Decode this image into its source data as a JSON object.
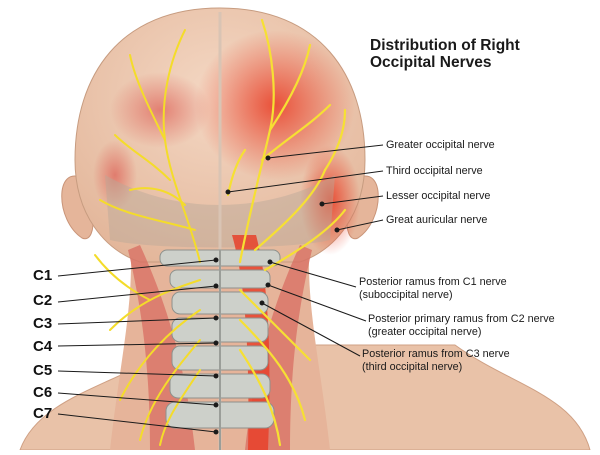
{
  "title": {
    "line1": "Distribution of Right",
    "line2": "Occipital Nerves"
  },
  "labels": {
    "greater_occipital": "Greater occipital nerve",
    "third_occipital": "Third occipital nerve",
    "lesser_occipital": "Lesser occipital nerve",
    "great_auricular": "Great auricular nerve",
    "c1_line1": "Posterior ramus from C1 nerve",
    "c1_line2": "(suboccipital nerve)",
    "c2_line1": "Posterior primary ramus from C2 nerve",
    "c2_line2": "(greater occipital nerve)",
    "c3_line1": "Posterior ramus from C3 nerve",
    "c3_line2": "(third occipital nerve)"
  },
  "vertebrae": [
    "C1",
    "C2",
    "C3",
    "C4",
    "C5",
    "C6",
    "C7"
  ],
  "colors": {
    "skin": "#eec9b1",
    "muscle": "#e0756a",
    "nerve": "#f6df2a",
    "highlight": "#ea3a1e",
    "bone": "#c9ccc6"
  }
}
